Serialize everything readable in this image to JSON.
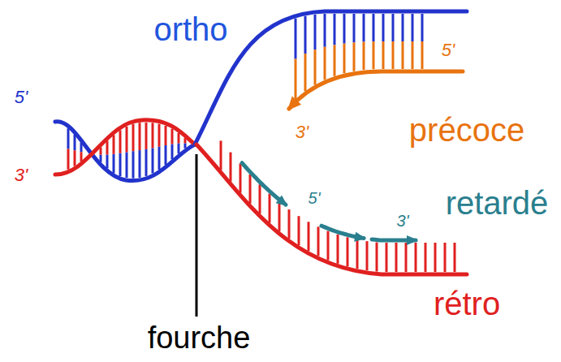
{
  "diagram": {
    "labels": [
      "5'",
      "3'",
      "ortho",
      "5'",
      "3'",
      "précoce",
      "5'",
      "3'",
      "retardé",
      "rétro",
      "fourche"
    ]
  }
}
